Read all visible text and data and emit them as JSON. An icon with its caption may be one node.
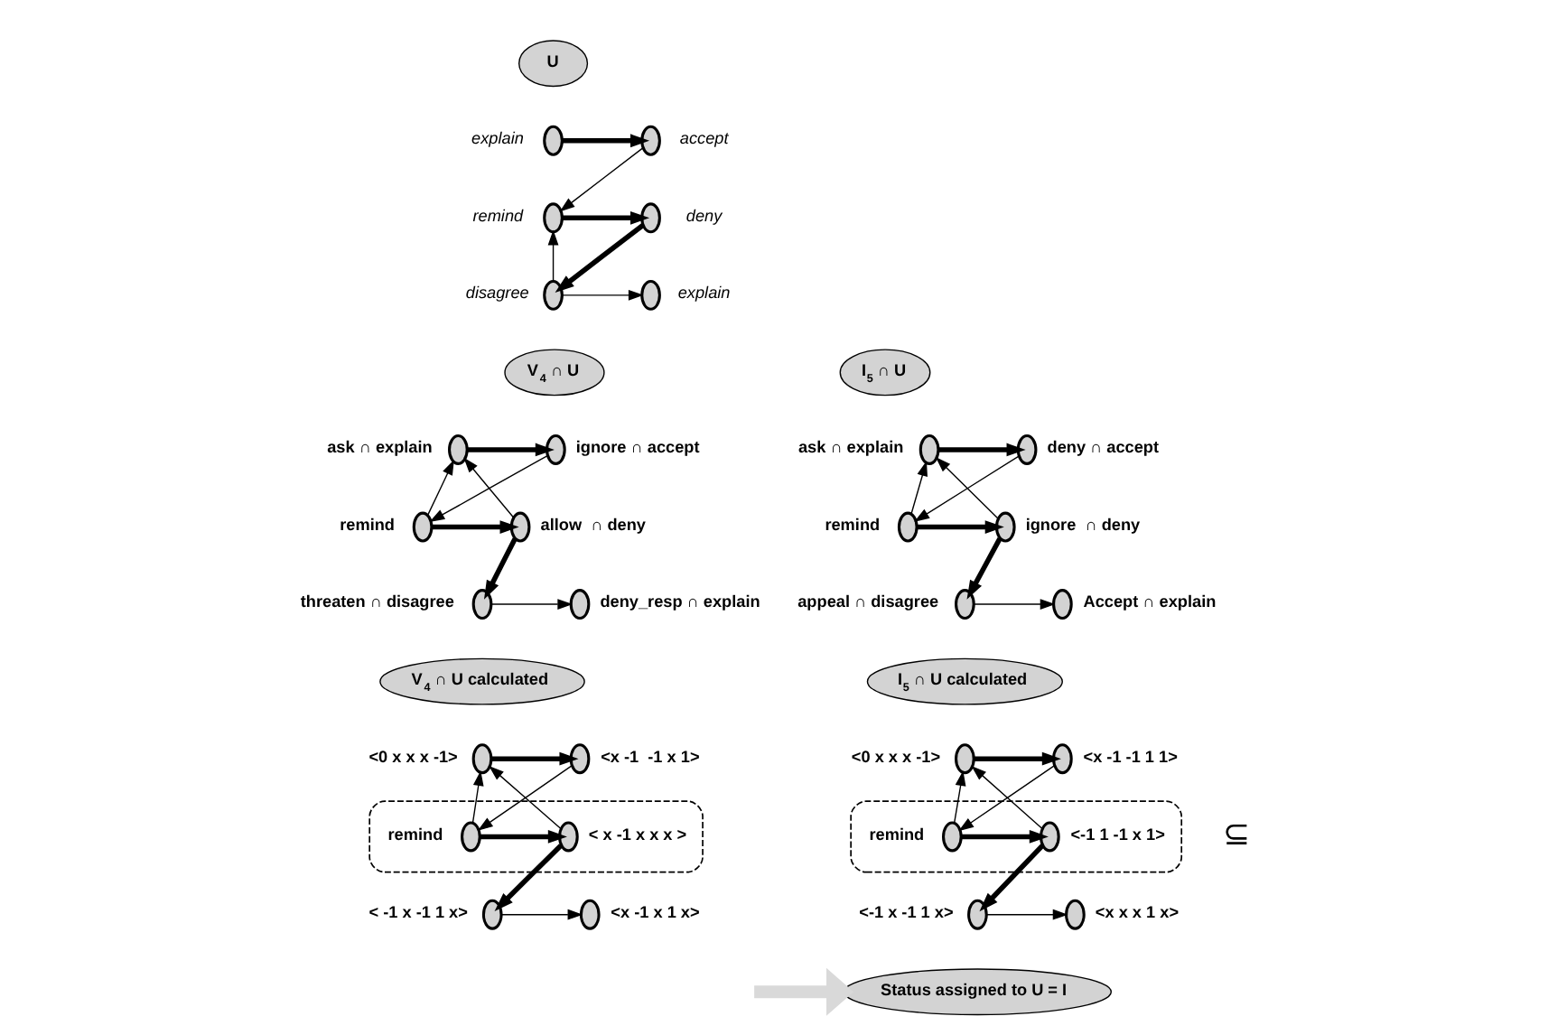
{
  "diagram": {
    "nodes": [
      {
        "text": [
          "U"
        ]
      },
      {
        "text": [],
        "shape": "circle",
        "beside": [
          "explain"
        ]
      },
      {
        "text": [],
        "shape": "circle",
        "beside": [
          "accept"
        ]
      },
      {
        "text": [],
        "shape": "circle",
        "beside": [
          "remind"
        ]
      },
      {
        "text": [],
        "shape": "circle",
        "beside": [
          "deny"
        ]
      },
      {
        "text": [],
        "shape": "circle",
        "beside": [
          "disagree"
        ]
      },
      {
        "text": [],
        "shape": "circle",
        "beside": [
          "explain"
        ]
      },
      {
        "text": [
          "V$_{4}$ ∩ U"
        ]
      },
      {
        "text": [],
        "shape": "circle",
        "beside": [
          "ask ∩ explain"
        ]
      },
      {
        "text": [],
        "shape": "circle",
        "beside": [
          "ignore ∩ accept"
        ]
      },
      {
        "text": [],
        "shape": "circle",
        "beside": [
          "remind"
        ]
      },
      {
        "text": [],
        "shape": "circle",
        "beside": [
          "allow  ∩ deny"
        ]
      },
      {
        "text": [],
        "shape": "circle",
        "beside": [
          "threaten ∩ disagree"
        ]
      },
      {
        "text": [],
        "shape": "circle",
        "beside": [
          "deny_resp ∩ explain"
        ]
      },
      {
        "text": [
          "I$_{5}$ ∩ U"
        ]
      },
      {
        "text": [],
        "shape": "circle",
        "beside": [
          "ask ∩ explain"
        ]
      },
      {
        "text": [],
        "shape": "circle",
        "beside": [
          "deny ∩ accept"
        ]
      },
      {
        "text": [],
        "shape": "circle",
        "beside": [
          "remind"
        ]
      },
      {
        "text": [],
        "shape": "circle",
        "beside": [
          "ignore  ∩ deny"
        ]
      },
      {
        "text": [],
        "shape": "circle",
        "beside": [
          "appeal ∩ disagree"
        ]
      },
      {
        "text": [],
        "shape": "circle",
        "beside": [
          "Accept ∩ explain"
        ]
      },
      {
        "text": [
          "V$_{4}$ ∩ U calculated"
        ]
      },
      {
        "text": [],
        "shape": "circle",
        "beside": [
          "<0 x x x -1>"
        ]
      },
      {
        "text": [],
        "shape": "circle",
        "beside": [
          "<x -1  -1 x 1>"
        ]
      },
      {
        "text": [],
        "shape": "ellipse"
      },
      {
        "text": [],
        "shape": "circle",
        "beside": [
          "remind"
        ],
        "in": 24
      },
      {
        "text": [],
        "shape": "circle",
        "beside": [
          "< x -1 x x x >"
        ],
        "in": 24
      },
      {
        "text": [],
        "shape": "circle",
        "beside": [
          "< -1 x -1 1 x>"
        ]
      },
      {
        "text": [],
        "shape": "circle",
        "beside": [
          "<x -1 x 1 x>"
        ]
      },
      {
        "text": [
          "I$_{5}$ ∩ U calculated"
        ]
      },
      {
        "text": [],
        "shape": "circle",
        "beside": [
          "<0 x x x -1>"
        ]
      },
      {
        "text": [],
        "shape": "circle",
        "beside": [
          "<x -1 -1 1 1>"
        ]
      },
      {
        "text": [],
        "shape": "ellipse"
      },
      {
        "text": [],
        "shape": "circle",
        "beside": [
          "remind"
        ],
        "in": 32
      },
      {
        "text": [],
        "shape": "circle",
        "beside": [
          "<-1 1 -1 x 1>"
        ],
        "in": 32
      },
      {
        "text": [],
        "shape": "circle",
        "beside": [
          "<-1 x -1 1 x>"
        ]
      },
      {
        "text": [],
        "shape": "circle",
        "beside": [
          "<x x x 1 x>"
        ]
      },
      {
        "text": [
          "Status assigned to U = I"
        ]
      }
    ],
    "edges": [
      {
        "from": 1,
        "to": 2,
        "arrow": "to",
        "style": "thick"
      },
      {
        "from": 2,
        "to": 3,
        "arrow": "to"
      },
      {
        "from": 3,
        "to": 4,
        "arrow": "to",
        "style": "thick"
      },
      {
        "from": 4,
        "to": 5,
        "arrow": "to",
        "style": "thick"
      },
      {
        "from": 5,
        "to": 3,
        "arrow": "to"
      },
      {
        "from": 5,
        "to": 6,
        "arrow": "to"
      },
      {
        "from": 8,
        "to": 9,
        "arrow": "to",
        "style": "thick"
      },
      {
        "from": 9,
        "to": 10,
        "arrow": "to"
      },
      {
        "from": 11,
        "to": 8,
        "arrow": "to"
      },
      {
        "from": 10,
        "to": 8,
        "arrow": "to"
      },
      {
        "from": 10,
        "to": 11,
        "arrow": "to",
        "style": "thick"
      },
      {
        "from": 11,
        "to": 12,
        "arrow": "to",
        "style": "thick"
      },
      {
        "from": 12,
        "to": 13,
        "arrow": "to"
      },
      {
        "from": 15,
        "to": 16,
        "arrow": "to",
        "style": "thick"
      },
      {
        "from": 16,
        "to": 17,
        "arrow": "to"
      },
      {
        "from": 18,
        "to": 15,
        "arrow": "to"
      },
      {
        "from": 17,
        "to": 15,
        "arrow": "to"
      },
      {
        "from": 17,
        "to": 18,
        "arrow": "to",
        "style": "thick"
      },
      {
        "from": 18,
        "to": 19,
        "arrow": "to",
        "style": "thick"
      },
      {
        "from": 19,
        "to": 20,
        "arrow": "to"
      },
      {
        "from": 22,
        "to": 23,
        "arrow": "to",
        "style": "thick"
      },
      {
        "from": 23,
        "to": 25,
        "arrow": "to"
      },
      {
        "from": 26,
        "to": 22,
        "arrow": "to"
      },
      {
        "from": 25,
        "to": 22,
        "arrow": "to"
      },
      {
        "from": 25,
        "to": 26,
        "arrow": "to",
        "style": "thick"
      },
      {
        "from": 26,
        "to": 27,
        "arrow": "to",
        "style": "thick"
      },
      {
        "from": 27,
        "to": 28,
        "arrow": "to"
      },
      {
        "from": 30,
        "to": 31,
        "arrow": "to",
        "style": "thick"
      },
      {
        "from": 31,
        "to": 33,
        "arrow": "to"
      },
      {
        "from": 34,
        "to": 30,
        "arrow": "to"
      },
      {
        "from": 33,
        "to": 30,
        "arrow": "to"
      },
      {
        "from": 33,
        "to": 34,
        "arrow": "to",
        "style": "thick"
      },
      {
        "from": 34,
        "to": 35,
        "arrow": "to",
        "style": "thick"
      },
      {
        "from": 35,
        "to": 36,
        "arrow": "to"
      },
      {
        "from": null,
        "to": 37,
        "arrow": "to",
        "style": "thick",
        "color": "#d9d9d9"
      }
    ],
    "labels": [
      "⊆"
    ]
  }
}
